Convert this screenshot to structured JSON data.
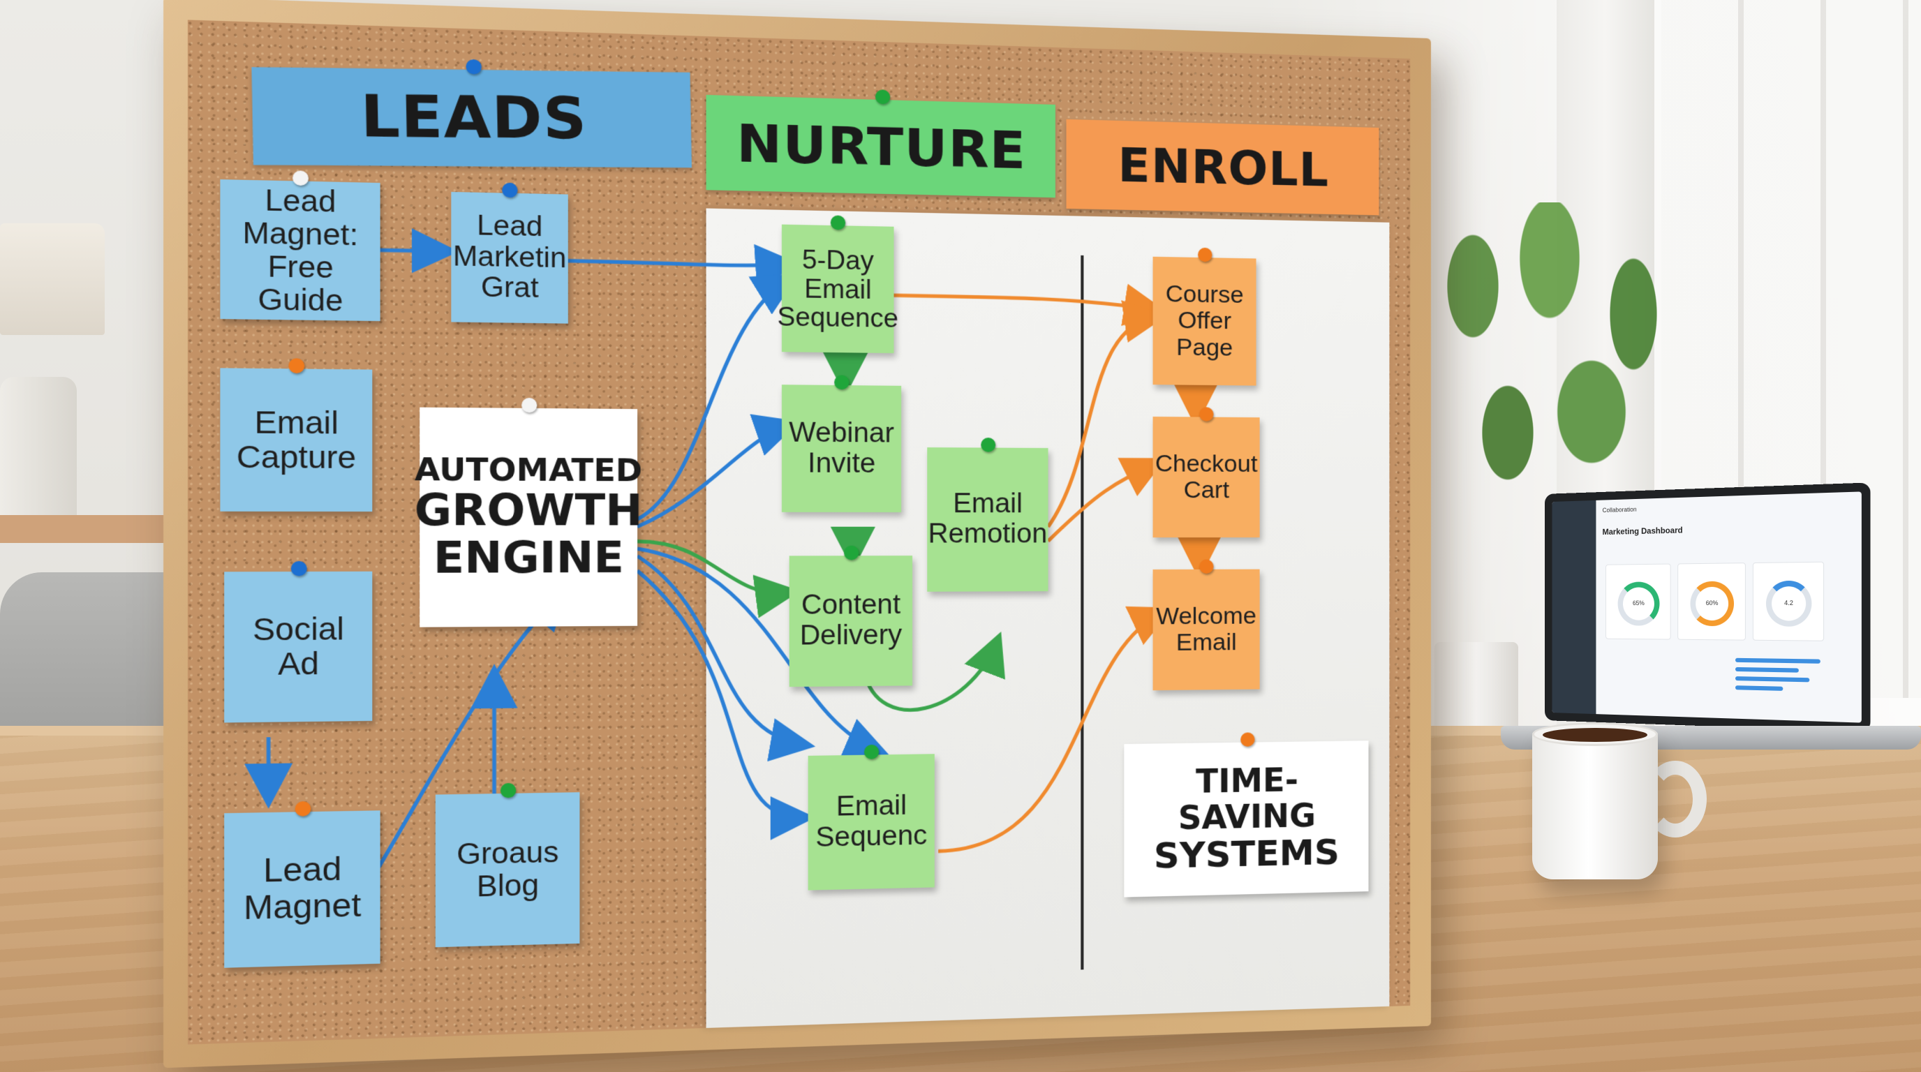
{
  "board": {
    "headers": {
      "leads": "LEADS",
      "nurture": "NURTURE",
      "enroll": "ENROLL"
    },
    "notes": {
      "lead_magnet_free_guide": "Lead Magnet: Free Guide",
      "lead_marketin_grat": "Lead Marketin Grat",
      "email_capture": "Email Capture",
      "social_ad": "Social Ad",
      "lead_magnet": "Lead Magnet",
      "groaus_blog": "Groaus Blog",
      "five_day_email_sequence": "5-Day Email Sequence",
      "webinar_invite": "Webinar Invite",
      "content_delivery": "Content Delivery",
      "email_remotion": "Email Remotion",
      "email_sequenc": "Email Sequenc",
      "course_offer_page": "Course Offer Page",
      "checkout_cart": "Checkout Cart",
      "welcome_email": "Welcome Email"
    },
    "engine_card": {
      "line1": "AUTOMATED",
      "line2": "GROWTH",
      "line3": "ENGINE"
    },
    "systems_card": {
      "line1": "TIME-SAVING",
      "line2": "SYSTEMS"
    },
    "colors": {
      "leads": "#64acdc",
      "nurture": "#6bd67a",
      "enroll": "#f59a52",
      "blue_arrow": "#2b7fd6",
      "green_arrow": "#3aa54c",
      "orange_arrow": "#f08a2e"
    }
  },
  "laptop": {
    "app_title": "Collaboration",
    "dashboard_title": "Marketing Dashboard",
    "gauges": [
      "65%",
      "60%",
      "4.2"
    ]
  },
  "scene": {
    "icons": [
      "push-pin-icon",
      "coffee-mug-icon",
      "laptop-icon",
      "plant-icon",
      "lamp-icon"
    ]
  }
}
